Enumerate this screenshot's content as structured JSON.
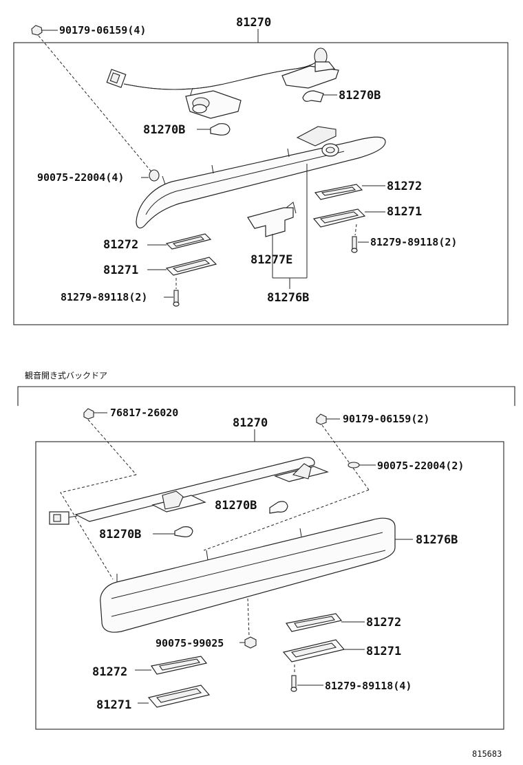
{
  "top_section": {
    "assembly_label": "81270",
    "labels": {
      "clip": "90179-06159(4)",
      "bulb_right": "81270B",
      "bulb_left": "81270B",
      "grommet": "90075-22004(4)",
      "lens_gasket_right": "81272",
      "lens_right": "81271",
      "screw_right": "81279-89118(2)",
      "lens_gasket_left": "81272",
      "lens_left": "81271",
      "screw_left": "81279-89118(2)",
      "bracket": "81277E",
      "housing": "81276B"
    }
  },
  "bottom_section": {
    "note": "観音開き式バックドア",
    "assembly_label": "81270",
    "labels": {
      "clip_a": "76817-26020",
      "clip_b": "90179-06159(2)",
      "grommet": "90075-22004(2)",
      "bulb_upper": "81270B",
      "bulb_lower": "81270B",
      "housing": "81276B",
      "nut": "90075-99025",
      "lens_gasket_right": "81272",
      "lens_right": "81271",
      "screw": "81279-89118(4)",
      "lens_gasket_left": "81272",
      "lens_left": "81271"
    }
  },
  "diagram_code": "815683"
}
